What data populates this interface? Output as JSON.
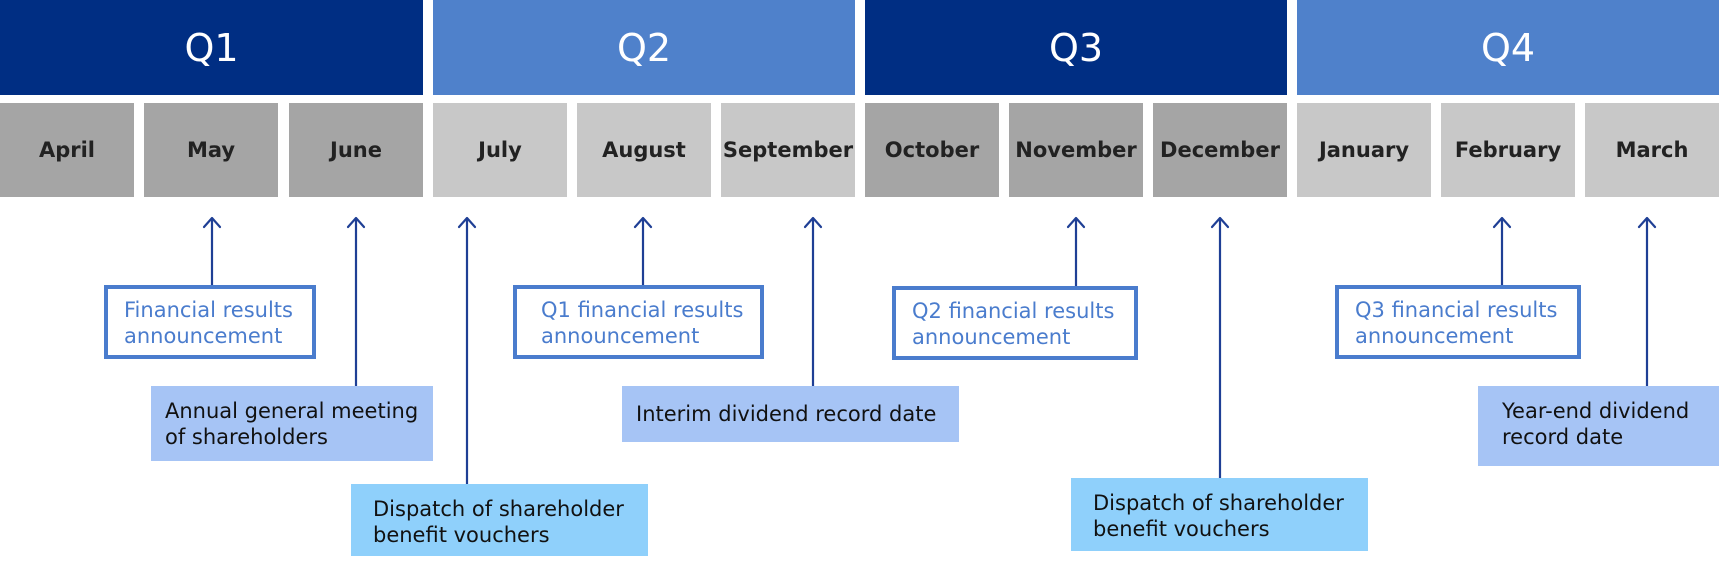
{
  "quarters": [
    "Q1",
    "Q2",
    "Q3",
    "Q4"
  ],
  "months": [
    "April",
    "May",
    "June",
    "July",
    "August",
    "September",
    "October",
    "November",
    "December",
    "January",
    "February",
    "March"
  ],
  "events": {
    "fin_results": "Financial results announcement",
    "agm": "Annual general meeting of shareholders",
    "dispatch_1": "Dispatch of shareholder benefit vouchers",
    "q1_results": "Q1 financial results announcement",
    "interim_record": "Interim dividend record date",
    "q2_results": "Q2 financial results announcement",
    "dispatch_2": "Dispatch of shareholder benefit vouchers",
    "q3_results": "Q3 financial results announcement",
    "yearend_record": "Year-end dividend record date"
  },
  "colors": {
    "quarter_dark": "#002e83",
    "quarter_light": "#4f81cb",
    "month_dark": "#a5a5a5",
    "month_light": "#c8c8c8",
    "arrow": "#1f3f95",
    "outline_box": "#4a7ccd",
    "event_box": "#a6c4f5",
    "dispatch_box": "#8fd0fb"
  }
}
